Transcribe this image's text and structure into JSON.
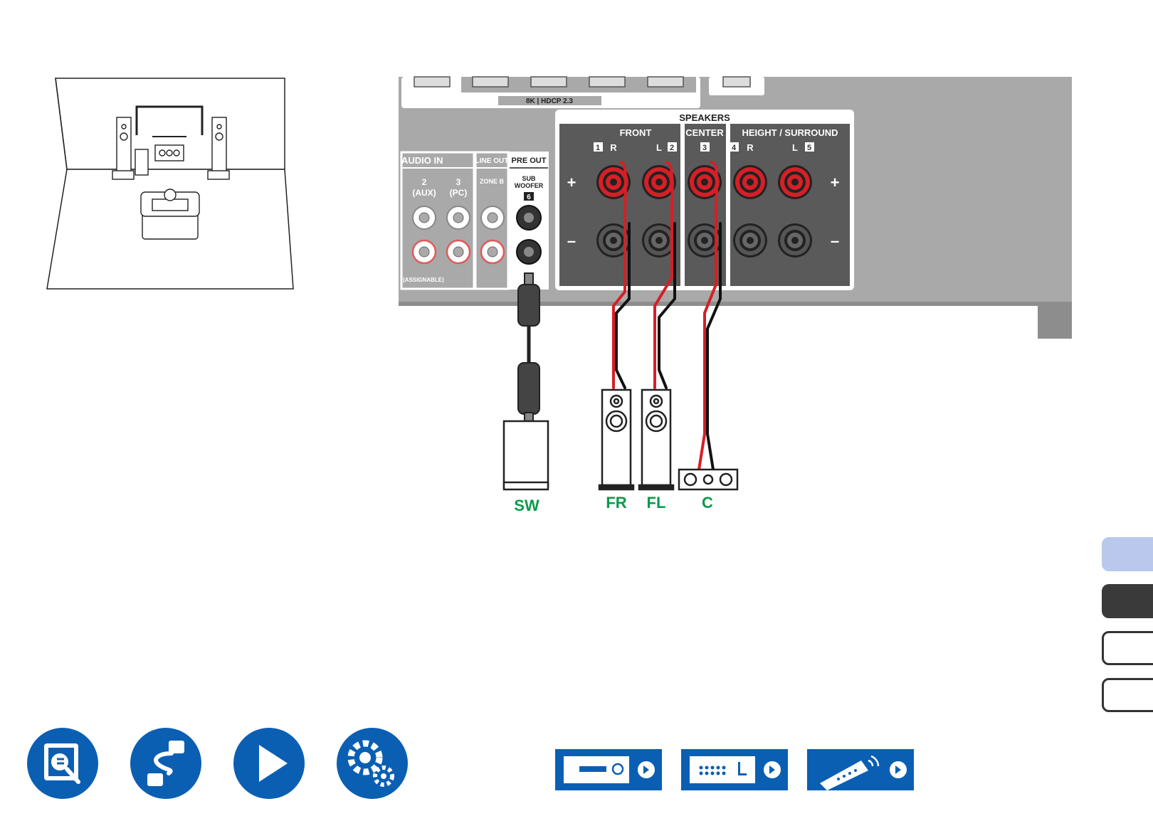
{
  "panel": {
    "audio_in_title": "AUDIO IN",
    "audio_in_inputs": [
      {
        "number": "2",
        "name": "(AUX)"
      },
      {
        "number": "3",
        "name": "(PC)"
      }
    ],
    "assignable": "(ASSIGNABLE)",
    "line_out": "LINE OUT",
    "zone_b": "ZONE B",
    "pre_out": "PRE OUT",
    "sub": "SUB",
    "woofer": "WOOFER",
    "sub_number": "6",
    "hdmi_caption": "8K  |  HDCP 2.3",
    "speakers_title": "SPEAKERS",
    "groups": [
      "FRONT",
      "CENTER",
      "HEIGHT / SURROUND"
    ],
    "channel_numbers": [
      "1",
      "2",
      "3",
      "4",
      "5"
    ],
    "channel_letters": [
      "R",
      "L",
      "R",
      "L"
    ],
    "plus": "+",
    "minus": "–"
  },
  "speaker_labels": [
    "SW",
    "FR",
    "FL",
    "C"
  ],
  "colors": {
    "panel_gray": "#a9a9a9",
    "panel_dark": "#5a5a5a",
    "positive_red": "#d61f26",
    "label_green": "#0a9a4a",
    "nav_blue": "#0b5fb3",
    "tab_light": "#b9c8ec",
    "tab_dark": "#3a3a3a"
  },
  "icons": {
    "nav": [
      "manual-search-icon",
      "connection-cable-icon",
      "play-icon",
      "settings-gears-icon"
    ],
    "reference": [
      "front-panel-icon",
      "rear-panel-icon",
      "remote-control-icon"
    ]
  }
}
